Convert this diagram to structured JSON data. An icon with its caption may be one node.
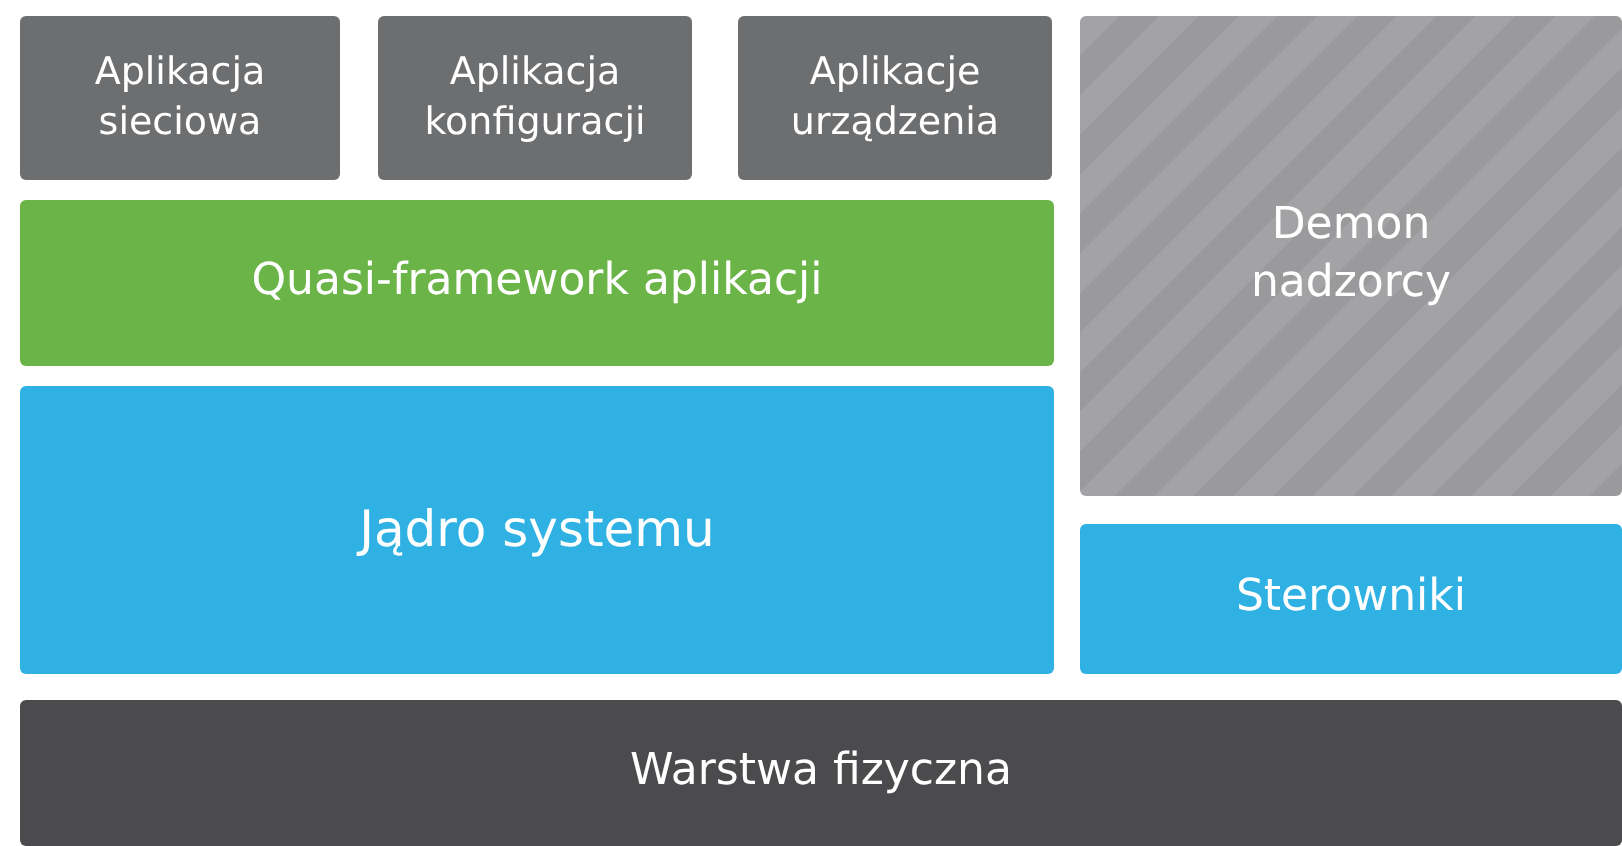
{
  "diagram": {
    "nodes": [
      {
        "text": [
          "Aplikacja sieciowa"
        ]
      },
      {
        "text": [
          "Aplikacja konfiguracji"
        ]
      },
      {
        "text": [
          "Aplikacje urządzenia"
        ]
      },
      {
        "text": [
          "Demon nadzorcy"
        ]
      },
      {
        "text": [
          "Quasi-framework aplikacji"
        ]
      },
      {
        "text": [
          "Jądro systemu"
        ]
      },
      {
        "text": [
          "Sterowniki"
        ]
      },
      {
        "text": [
          "Warstwa fizyczna"
        ]
      }
    ]
  }
}
